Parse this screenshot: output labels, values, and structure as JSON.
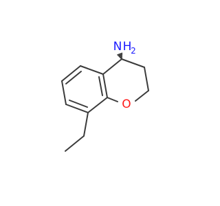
{
  "molecule": {
    "atoms": {
      "nitrogen": {
        "symbol": "N",
        "hydrogens": "H",
        "hydrogen_count": "2",
        "color": "#1a1aff"
      },
      "oxygen": {
        "symbol": "O",
        "color": "#ff1a1a"
      }
    },
    "colors": {
      "bond": "#3a3a3a",
      "background": "#ffffff"
    },
    "stereo": {
      "c4_to_n": "hashed-wedge"
    }
  }
}
